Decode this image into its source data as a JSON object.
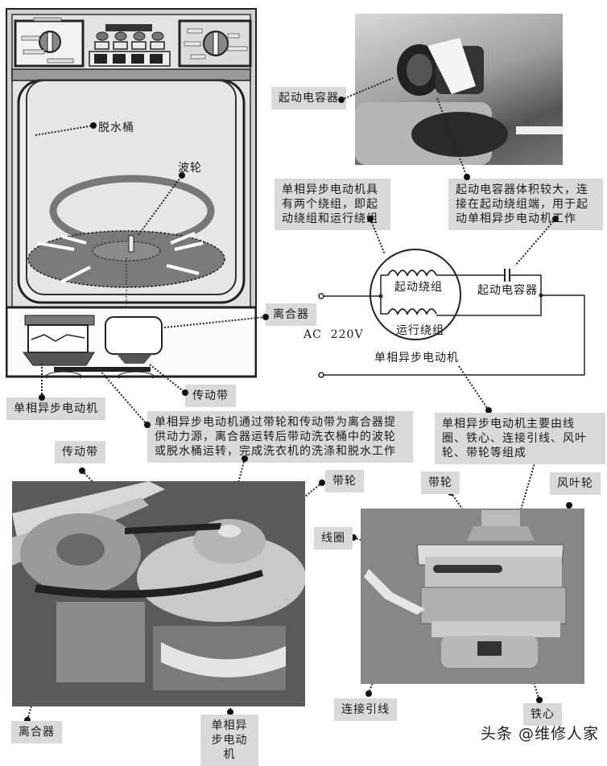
{
  "washer_diagram": {
    "labels": {
      "spin_tub": "脱水桶",
      "impeller": "波轮",
      "clutch": "离合器",
      "drive_belt": "传动带",
      "motor": "单相异步电动机"
    },
    "note": "单相异步电动机通过带轮和传动带为离合器提供动力源，离合器运转后带动洗衣桶中的波轮或脱水桶运转，完成洗衣机的洗涤和脱水工作"
  },
  "capacitor_photo": {
    "label": "起动电容器",
    "note": "起动电容器体积较大，连接在起动绕组端，用于起动单相异步电动机工作"
  },
  "circuit": {
    "windings_note": "单相异步电动机具有两个绕组，即起动绕组和运行绕组",
    "start_winding": "起动绕组",
    "run_winding": "运行绕组",
    "capacitor": "起动电容器",
    "supply": "AC  220V",
    "motor_title": "单相异步电动机"
  },
  "motor_photo": {
    "note": "单相异步电动机主要由线圈、铁心、连接引线、风叶轮、带轮等组成",
    "labels": {
      "pulley": "带轮",
      "fan": "风叶轮",
      "coil": "线圈",
      "lead": "连接引线",
      "core": "铁心"
    }
  },
  "belt_photo": {
    "labels": {
      "belt": "传动带",
      "pulley": "带轮",
      "clutch": "离合器",
      "motor": "单相异步电动机"
    }
  },
  "watermark": "头条 @维修人家"
}
